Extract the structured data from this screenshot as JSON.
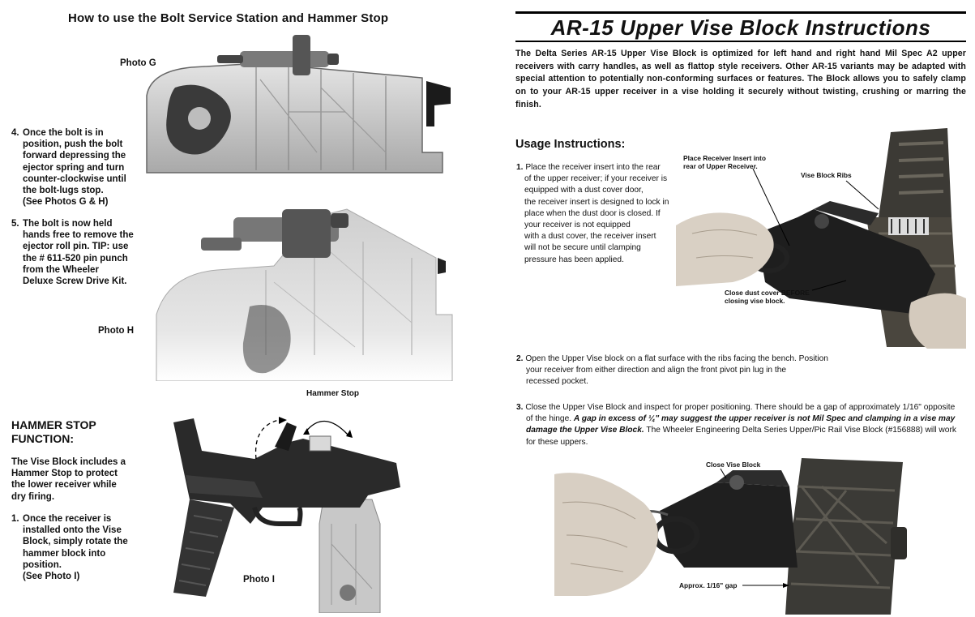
{
  "left": {
    "title": "How to use the Bolt Service Station and Hammer Stop",
    "photo_g": "Photo G",
    "photo_h": "Photo H",
    "photo_i": "Photo I",
    "hammer_stop_label": "Hammer Stop",
    "step4": {
      "num": "4.",
      "lines": [
        "Once the bolt is in",
        "position, push the bolt",
        "forward depressing the",
        "ejector spring and turn",
        "counter-clockwise until",
        "the bolt-lugs stop.",
        "(See Photos G & H)"
      ]
    },
    "step5": {
      "num": "5.",
      "lines": [
        "The bolt is now held",
        "hands free to remove the",
        "ejector roll pin. TIP: use",
        "the # 611-520 pin punch",
        "from the Wheeler",
        "Deluxe Screw Drive Kit."
      ]
    },
    "hammer_stop_function": {
      "heading_lines": [
        "HAMMER STOP",
        "FUNCTION:"
      ],
      "body_lines": [
        "The Vise Block includes a",
        "Hammer Stop to protect",
        "the lower receiver while",
        "dry firing."
      ],
      "step1_num": "1.",
      "step1_lines": [
        "Once the receiver is",
        "installed onto the Vise",
        "Block, simply rotate the",
        "hammer block into",
        "position.",
        "(See Photo I)"
      ]
    }
  },
  "right": {
    "title": "AR-15 Upper Vise Block Instructions",
    "intro": "The Delta Series AR-15 Upper Vise Block is optimized for left hand and right hand Mil Spec A2 upper receivers with carry handles, as well as flattop style receivers. Other AR-15 variants may be adapted with special attention to potentially non-conforming surfaces or features. The Block allows you to safely clamp on to your AR-15 upper receiver in a vise holding it securely without twisting, crushing or marring the finish.",
    "usage_heading": "Usage Instructions:",
    "step1_num": "1.",
    "step1_lines": [
      "Place the receiver insert into the rear",
      "of the upper receiver; if your receiver is",
      "equipped with a dust cover door,",
      "the receiver insert is designed to lock in",
      "place when the dust door is closed. If",
      "your receiver is not equipped",
      "with a dust cover, the receiver insert",
      "will not be secure until clamping",
      "pressure has been applied."
    ],
    "step2_num": "2.",
    "step2_lines": [
      "Open the Upper Vise block on a flat surface with the ribs facing the bench. Position",
      "your receiver from either direction and align the front pivot pin lug in the",
      "recessed pocket."
    ],
    "step3_num": "3.",
    "step3_a": "Close the Upper Vise Block and inspect for proper positioning. There should be a gap of approximately 1/16\" opposite",
    "step3_b": "of the hinge.",
    "step3_em": "A gap in excess of ¼\" may suggest the upper receiver is not Mil Spec and clamping in a vise may damage the Upper Vise Block.",
    "step3_c": "The Wheeler Engineering Delta Series Upper/Pic Rail Vise Block (#156888) will work for these uppers.",
    "callouts": {
      "insert": [
        "Place Receiver Insert into",
        "rear of Upper Receiver."
      ],
      "ribs": "Vise Block Ribs",
      "dust": [
        "Close dust cover BEFORE",
        "closing vise block."
      ],
      "close": "Close Vise Block",
      "gap": "Approx. 1/16\" gap"
    }
  }
}
